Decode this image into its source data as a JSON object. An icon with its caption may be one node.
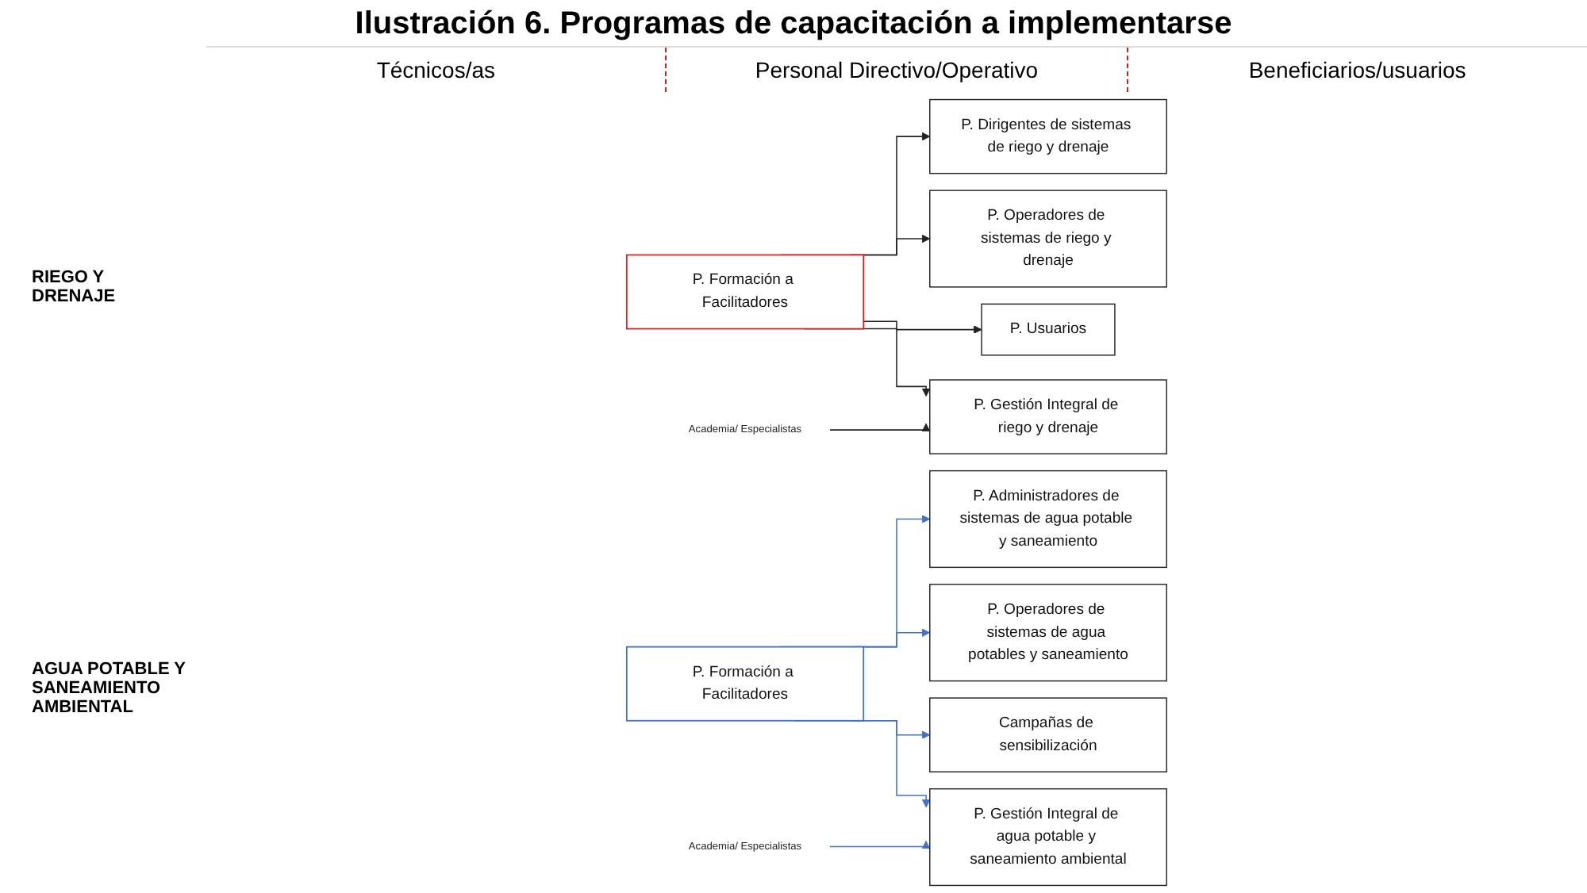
{
  "diagram": {
    "title": "Ilustración 6. Programas de capacitación a implementarse",
    "nodes": [
      {
        "text": [
          "P. Formación a Facilitadores"
        ]
      },
      {
        "text": [
          "P. Dirigentes de sistemas de riego y drenaje"
        ]
      },
      {
        "text": [
          "P. Operadores de sistemas de riego y drenaje"
        ]
      },
      {
        "text": [
          "P. Usuarios"
        ]
      },
      {
        "text": [
          "P. Gestión Integral de riego y drenaje"
        ]
      },
      {
        "text": [
          "Academia/ Especialistas"
        ]
      },
      {
        "text": [
          "P. Formación a Facilitadores"
        ]
      },
      {
        "text": [
          "P. Administradores de sistemas de agua potable y saneamiento"
        ]
      },
      {
        "text": [
          "P. Operadores de sistemas de agua potables y saneamiento"
        ]
      },
      {
        "text": [
          "Campañas de sensibilización"
        ]
      },
      {
        "text": [
          "P. Gestión Integral de agua potable y saneamiento ambiental"
        ]
      },
      {
        "text": [
          "Academia/ Especialistas"
        ]
      }
    ],
    "edges": [
      {
        "from": 0,
        "to": 1,
        "arrow": "to"
      },
      {
        "from": 0,
        "to": 2,
        "arrow": "to"
      },
      {
        "from": 0,
        "to": 3,
        "arrow": "to"
      },
      {
        "from": 0,
        "to": 4,
        "arrow": "to"
      },
      {
        "from": 5,
        "to": 4,
        "arrow": "to"
      },
      {
        "from": 6,
        "to": 7,
        "arrow": "to",
        "color": "#4472c4"
      },
      {
        "from": 6,
        "to": 8,
        "arrow": "to",
        "color": "#4472c4"
      },
      {
        "from": 6,
        "to": 9,
        "arrow": "to",
        "color": "#4472c4"
      },
      {
        "from": 6,
        "to": 10,
        "arrow": "to",
        "color": "#4472c4"
      },
      {
        "from": 11,
        "to": 10,
        "arrow": "to",
        "color": "#4472c4"
      }
    ],
    "labels": [
      "Técnicos/as",
      "Personal Directivo/Operativo",
      "Beneficiarios/usuarios",
      "RIEGO Y DRENAJE",
      "AGUA POTABLE Y SANEAMIENTO AMBIENTAL"
    ]
  }
}
